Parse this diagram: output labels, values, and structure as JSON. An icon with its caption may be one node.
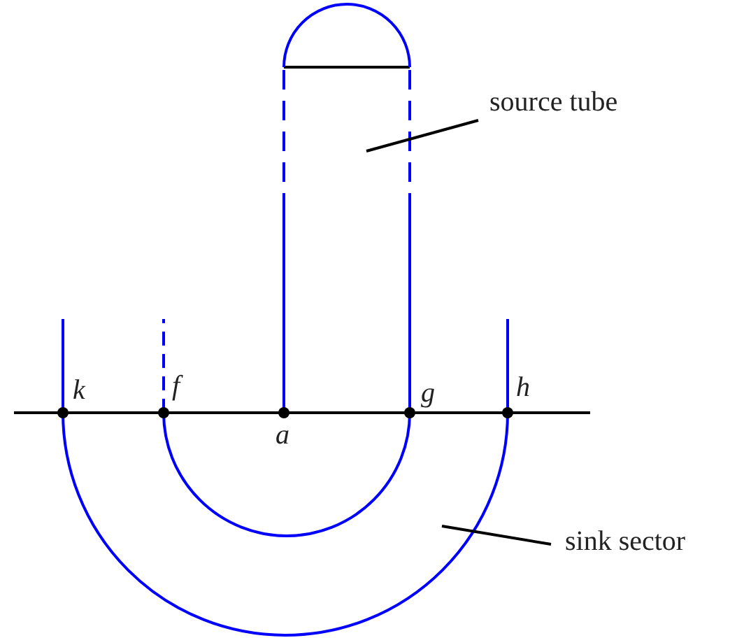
{
  "diagram": {
    "nodes": [
      {
        "text": [
          "source tube"
        ]
      },
      {
        "text": [
          "sink sector"
        ]
      }
    ],
    "edges": [
      {
        "from": 0,
        "to": null,
        "arrow": "none"
      },
      {
        "from": 1,
        "to": null,
        "arrow": "none"
      }
    ],
    "labels": [
      "k",
      "f",
      "a",
      "g",
      "h"
    ]
  }
}
